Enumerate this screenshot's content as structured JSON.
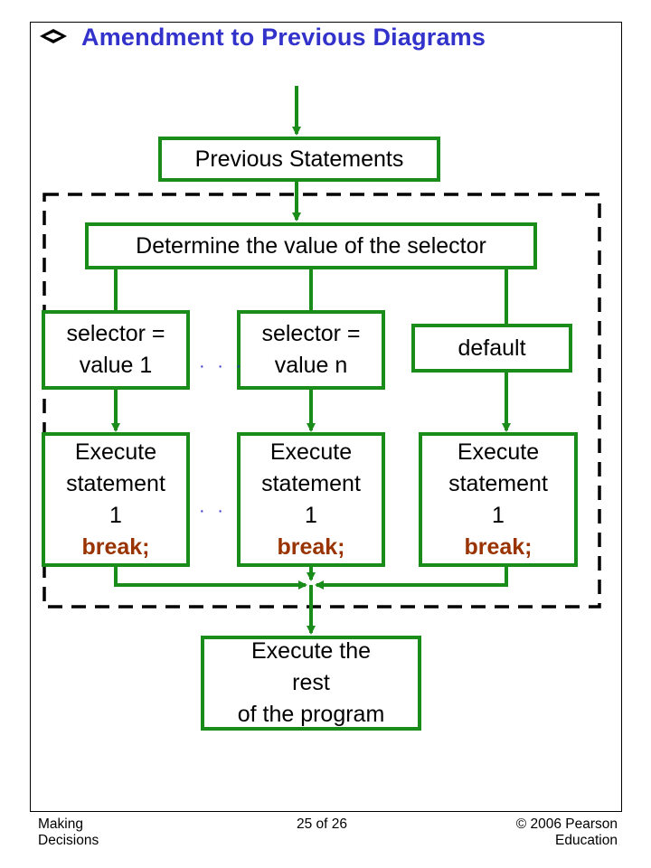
{
  "slide": {
    "title": "Amendment to Previous Diagrams",
    "colors": {
      "title": "#3333cc",
      "flow": "#1a8c1a",
      "break_keyword": "#993300",
      "dashed_border": "#000000"
    }
  },
  "diagram": {
    "previous": "Previous Statements",
    "determine": "Determine the value of the selector",
    "case1": {
      "line1": "selector =",
      "line2": "value 1"
    },
    "casen": {
      "line1": "selector =",
      "line2": "value n"
    },
    "default": "default",
    "dots": "· · ·",
    "exec1": {
      "line1": "Execute",
      "line2": "statement",
      "line3": "1",
      "brk": "break;"
    },
    "exec2": {
      "line1": "Execute",
      "line2": "statement",
      "line3": "1",
      "brk": "break;"
    },
    "exec3": {
      "line1": "Execute",
      "line2": "statement",
      "line3": "1",
      "brk": "break;"
    },
    "rest": {
      "line1": "Execute the",
      "line2": "rest",
      "line3": "of the program"
    }
  },
  "footer": {
    "left_line1": "Making",
    "left_line2": "Decisions",
    "center": "25 of 26",
    "right_line1": "© 2006 Pearson",
    "right_line2": "Education"
  }
}
